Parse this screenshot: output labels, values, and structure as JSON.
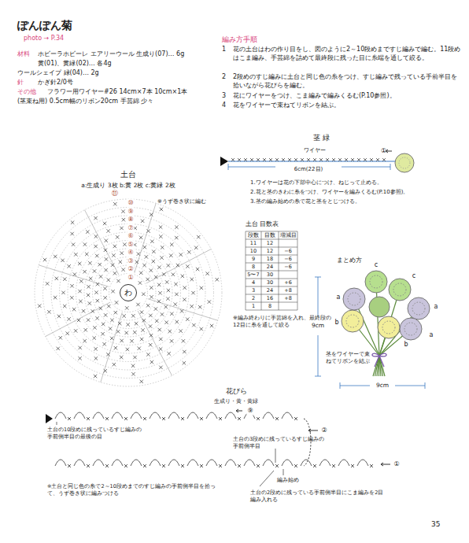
{
  "diagram": {
    "title": "ぽんぽん菊",
    "nodes": [
      {
        "text": [
          "わ"
        ]
      }
    ],
    "labels": [
      "photo → P.34",
      "材料",
      "ホビーラホビーレ エアリーウール 生成り(07)… 6g",
      "黄(01)、黄緑(02)… 各4g",
      "ウールシェイプ 緑(04)… 2g",
      "針",
      "かぎ針2/0号",
      "その他",
      "フラワー用ワイヤー#26 14cm×7本 10cm×1本",
      "(茎束ね用) 0.5cm幅のリボン20cm 手芸綿 少々",
      "編み方手順",
      "1",
      "花の土台はわの作り目をし、図のように2～10段めまですじ編みで編む。11段めはこま編み、手芸綿を詰めて最終段に残った目に糸端を通して絞る。",
      "2",
      "2段めのすじ編みに土台と同じ色の糸をつけ、すじ編みで残っている手前半目を拾いながら花びらを編む。",
      "3",
      "花にワイヤーをつけ、こま編みで編みくるむ(P.10参照)。",
      "4",
      "花をワイヤーで束ねてリボンを結ぶ。",
      "土台",
      "a:生成り 3枚 b:黄 2枚 c:黄緑 2枚",
      "※うず巻き状に編む",
      "⑪",
      "⑩",
      "⑨",
      "⑧",
      "⑦",
      "⑥",
      "⑤",
      "④",
      "③",
      "②",
      "①",
      "茎 緑",
      "ワイヤー",
      "①",
      "6cm(22目)",
      "1.ワイヤーは花の下部中心につけ、ねじって止める。",
      "2.花と茎のきわに糸をつけ、ワイヤーを編みくるむ(P.10参照)。",
      "3.茎の編み始めの糸で花と茎をとじつける。",
      "土台 目数表",
      "段数",
      "目数",
      "増減目",
      "11",
      "12",
      "10",
      "12",
      "−6",
      "9",
      "18",
      "−6",
      "8",
      "24",
      "−6",
      "5〜7",
      "30",
      "4",
      "30",
      "+6",
      "3",
      "24",
      "+8",
      "2",
      "16",
      "+8",
      "1",
      "8",
      "※編み終わりに手芸綿を入れ、最終段の12目に糸を通して絞る",
      "まとめ方",
      "c",
      "c",
      "a",
      "a",
      "b",
      "b",
      "a",
      "9cm",
      "9cm",
      "茎をワイヤーで束ねてリボンを結ぶ",
      "花びら",
      "生成り・黄・黄緑",
      "⑨",
      "②",
      "①",
      "土台の10段めに残っているすじ編みの手前側半目の最後の目",
      "土台の3段めに残っているすじ編みの手前側半目",
      "編み始め",
      "※土台と同じ色の糸で2～10段めまでのすじ編みの手前側半目を拾って、うず巻き状に編みつける",
      "土台の2段めに残っている手前側半目にこま編みを2目編み入れる",
      "35"
    ]
  }
}
